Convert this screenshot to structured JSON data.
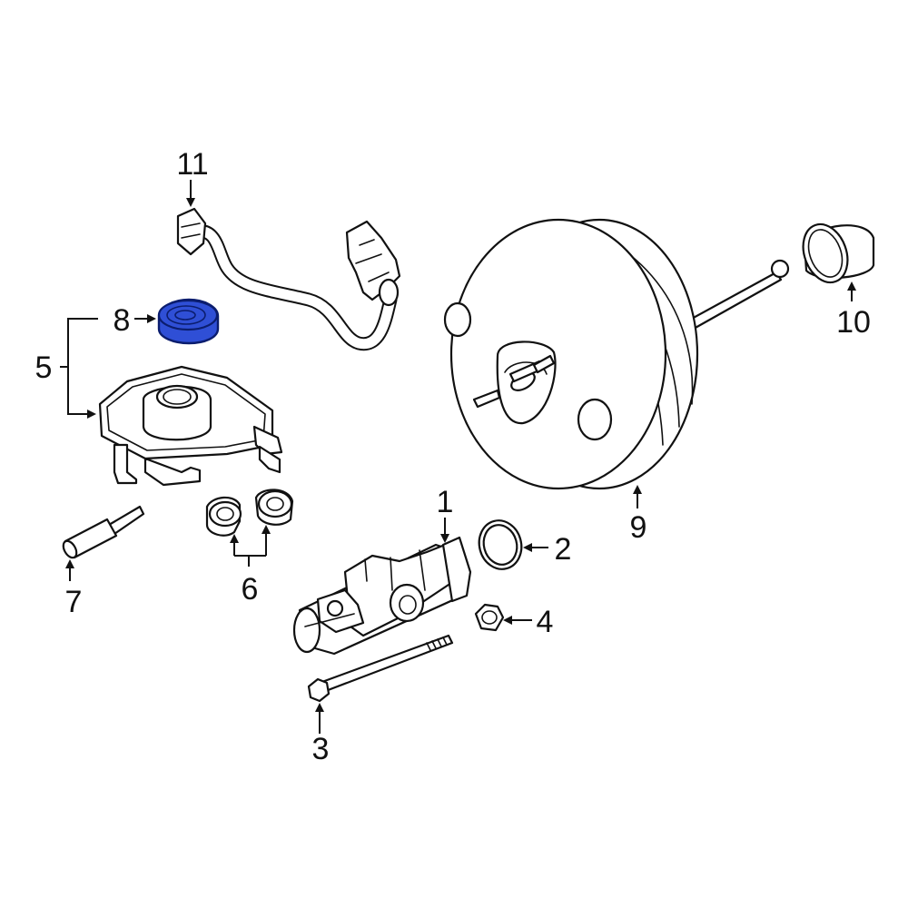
{
  "callouts": [
    {
      "id": "1",
      "text": "1"
    },
    {
      "id": "2",
      "text": "2"
    },
    {
      "id": "3",
      "text": "3"
    },
    {
      "id": "4",
      "text": "4"
    },
    {
      "id": "5",
      "text": "5"
    },
    {
      "id": "6",
      "text": "6"
    },
    {
      "id": "7",
      "text": "7"
    },
    {
      "id": "8",
      "text": "8"
    },
    {
      "id": "9",
      "text": "9"
    },
    {
      "id": "10",
      "text": "10"
    },
    {
      "id": "11",
      "text": "11"
    }
  ],
  "colors": {
    "line": "#111111",
    "background": "#ffffff",
    "highlight_fill": "#2f4fd6",
    "highlight_stroke": "#0b1d6e"
  },
  "highlighted_part": "8"
}
